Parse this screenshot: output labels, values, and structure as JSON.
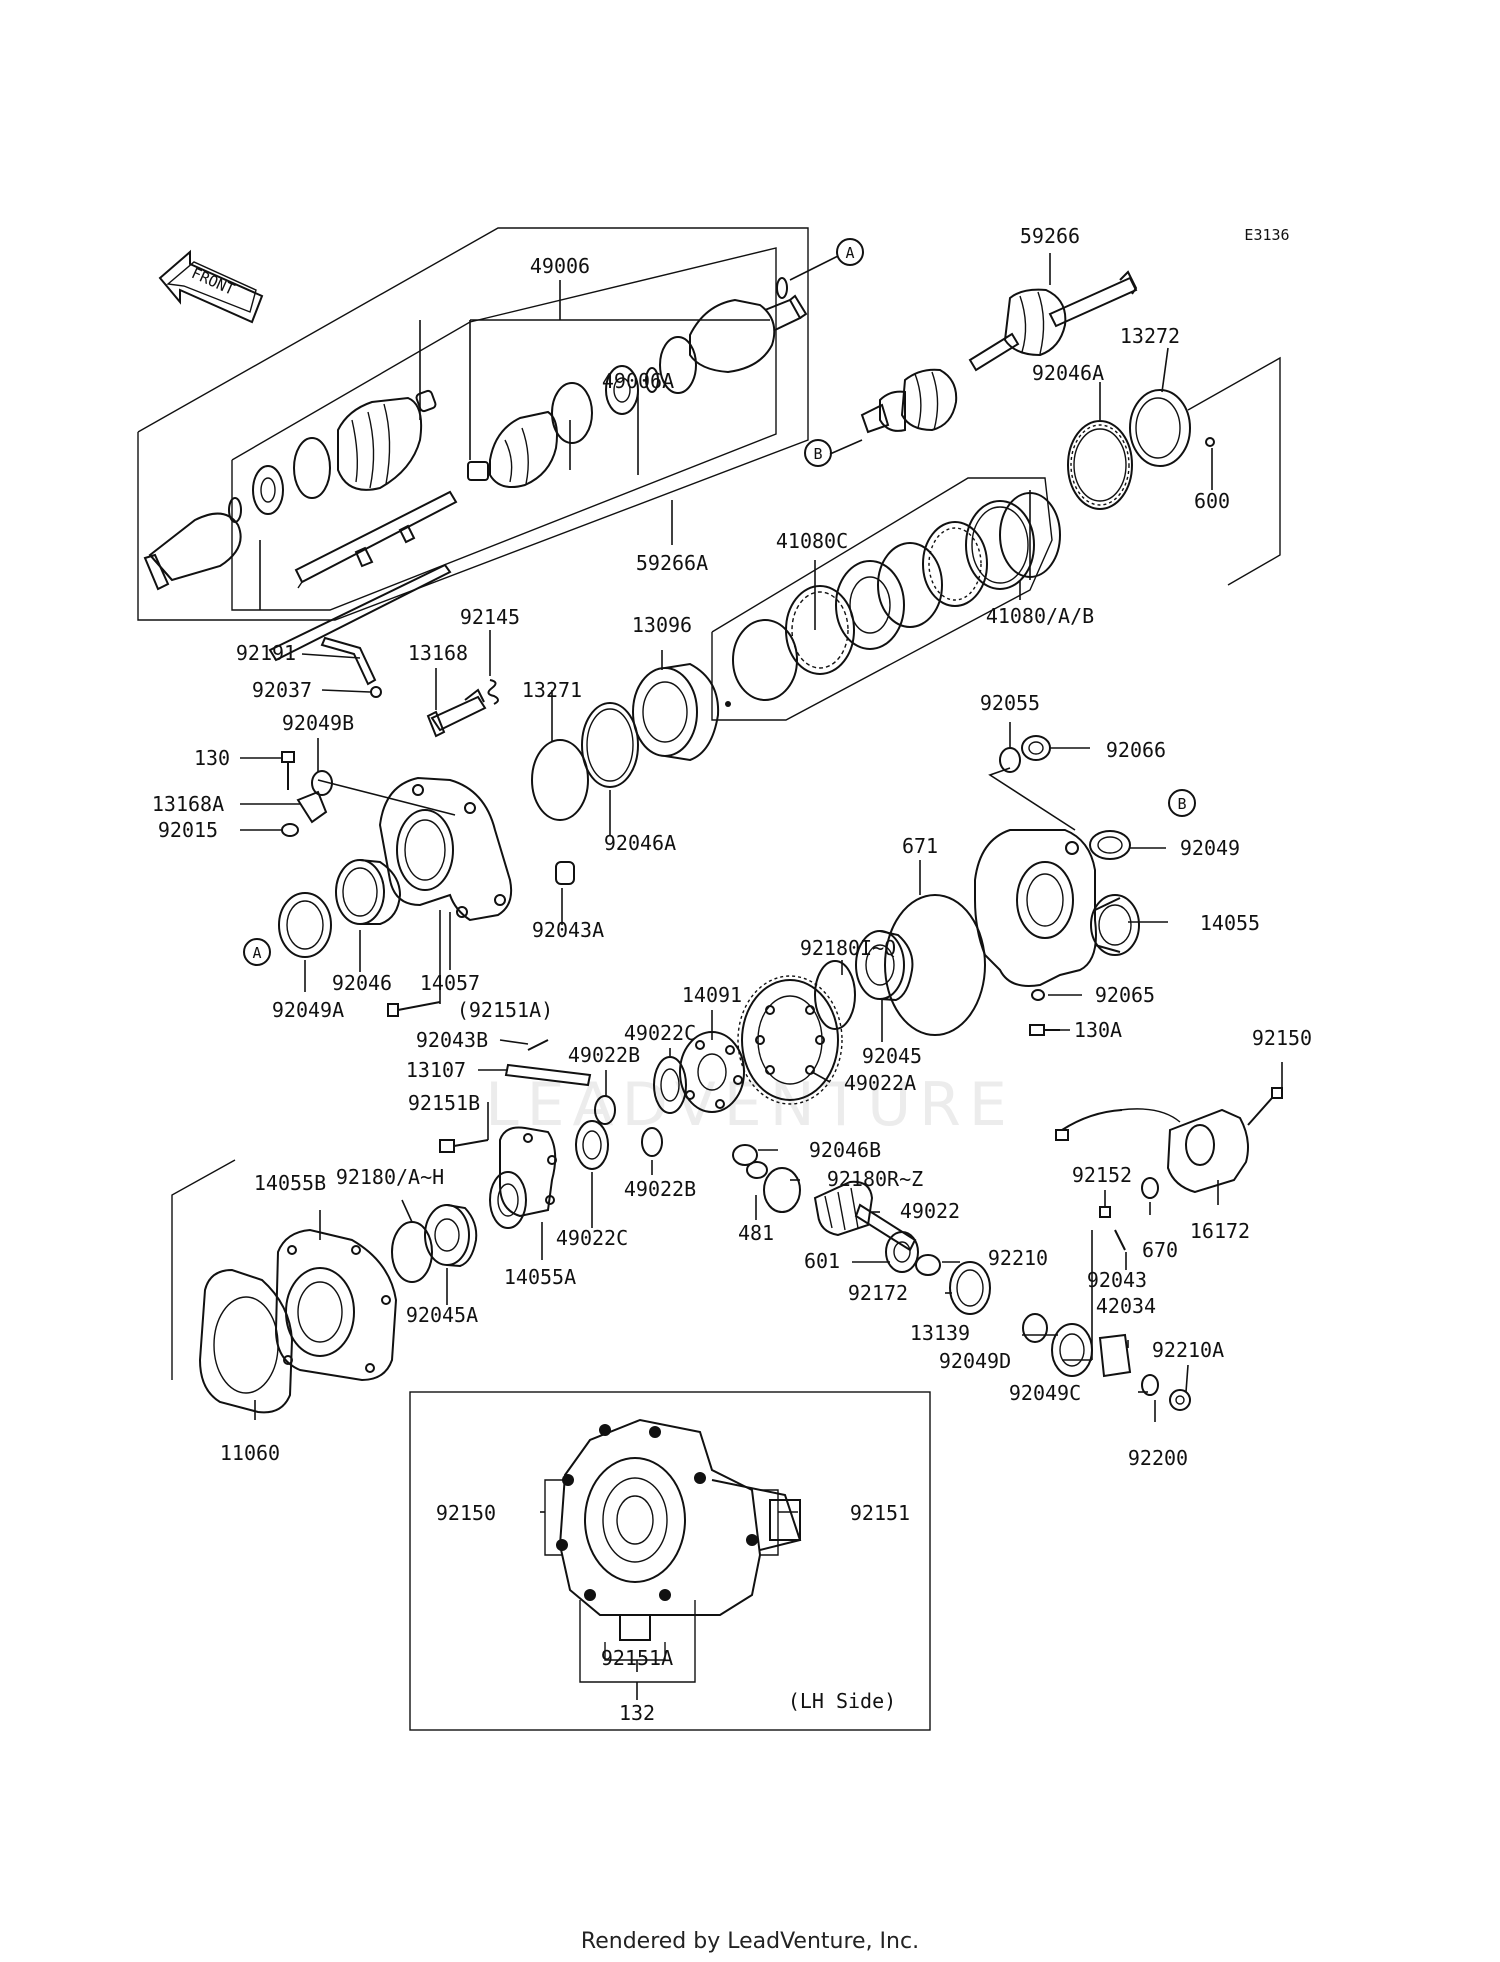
{
  "diagram": {
    "code": "E3136",
    "front_label": "FRONT",
    "inset_caption": "(LH Side)",
    "footer": "Rendered by LeadVenture, Inc.",
    "watermark": "LEADVENTURE",
    "ref_markers": {
      "a1": "A",
      "a2": "A",
      "b1": "B",
      "b2": "B"
    },
    "labels": {
      "p49006": "49006",
      "p49006A": "49006A",
      "p59266": "59266",
      "p59266A": "59266A",
      "p13272": "13272",
      "p92046A_top": "92046A",
      "p600": "600",
      "p41080C": "41080C",
      "p41080AB": "41080/A/B",
      "p92145": "92145",
      "p13096": "13096",
      "p92191": "92191",
      "p13168": "13168",
      "p92037": "92037",
      "p13271": "13271",
      "p92049B": "92049B",
      "p130": "130",
      "p13168A": "13168A",
      "p92015": "92015",
      "p92046A_mid": "92046A",
      "p92055": "92055",
      "p92066": "92066",
      "p92049": "92049",
      "p671": "671",
      "p14055": "14055",
      "p92043A": "92043A",
      "p92046": "92046",
      "p14057": "14057",
      "p92049A": "92049A",
      "p92151A_paren": "(92151A)",
      "p92180IQ": "92180I~Q",
      "p14091": "14091",
      "p49022C_top": "49022C",
      "p92065": "92065",
      "p130A": "130A",
      "p92045": "92045",
      "p49022A": "49022A",
      "p92043B": "92043B",
      "p49022B_top": "49022B",
      "p13107": "13107",
      "p92150_right": "92150",
      "p92151B": "92151B",
      "p92046B": "92046B",
      "p92180RZ": "92180R~Z",
      "p14055B": "14055B",
      "p92180AH": "92180/A~H",
      "p49022B_bot": "49022B",
      "p92152": "92152",
      "p16172": "16172",
      "p481": "481",
      "p49022": "49022",
      "p670": "670",
      "p49022C_bot": "49022C",
      "p601": "601",
      "p92210": "92210",
      "p92045A": "92045A",
      "p14055A": "14055A",
      "p92043": "92043",
      "p92172": "92172",
      "p42034": "42034",
      "p13139": "13139",
      "p92210A": "92210A",
      "p92049D": "92049D",
      "p92049C": "92049C",
      "p11060": "11060",
      "p92200": "92200",
      "p92150_inset": "92150",
      "p92151_inset": "92151",
      "p92151A_inset": "92151A",
      "p132": "132"
    }
  }
}
